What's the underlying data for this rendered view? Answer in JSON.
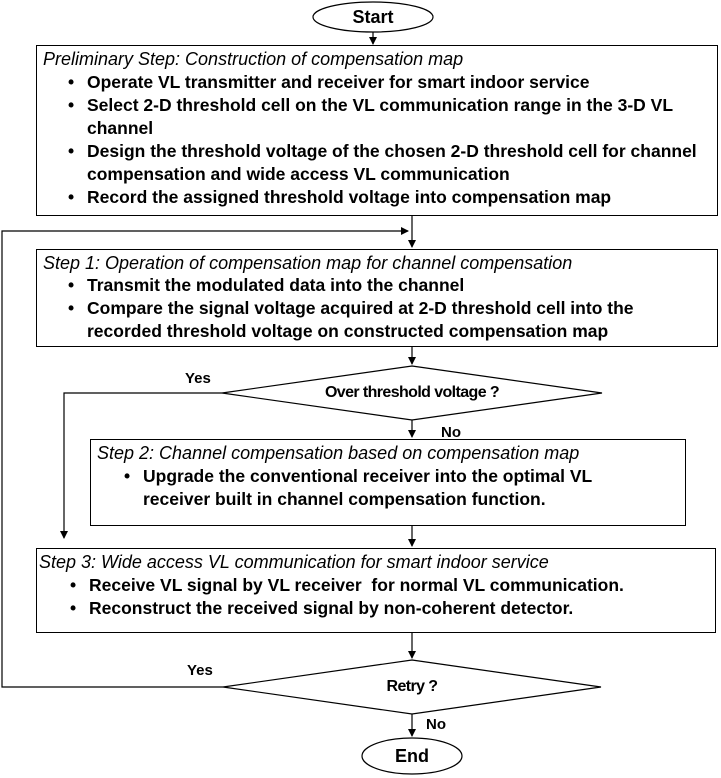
{
  "start_label": "Start",
  "end_label": "End",
  "preliminary": {
    "title": "Preliminary Step: Construction of compensation map",
    "items": [
      "Operate VL transmitter and receiver for smart indoor service",
      "Select 2-D threshold cell on the VL communication range in the 3-D VL channel",
      "Design the threshold voltage of the chosen 2-D threshold cell for channel compensation and wide access VL communication",
      "Record the assigned threshold voltage into compensation map"
    ]
  },
  "step1": {
    "title": "Step 1: Operation of compensation map for channel compensation",
    "items": [
      "Transmit the modulated data into the channel",
      "Compare the signal voltage acquired at 2-D threshold cell into the recorded threshold voltage on constructed compensation map"
    ]
  },
  "decision1": {
    "text": "Over threshold voltage ?",
    "yes_label": "Yes",
    "no_label": "No"
  },
  "step2": {
    "title": "Step 2: Channel compensation based on compensation map",
    "items": [
      "Upgrade the conventional receiver into the optimal VL receiver built in channel compensation function."
    ]
  },
  "step3": {
    "title": "Step 3: Wide access VL communication for smart indoor service",
    "items": [
      "Receive VL signal by VL receiver  for normal VL communication.",
      "Reconstruct the received signal by non-coherent detector."
    ]
  },
  "decision2": {
    "text": "Retry ?",
    "yes_label": "Yes",
    "no_label": "No"
  }
}
